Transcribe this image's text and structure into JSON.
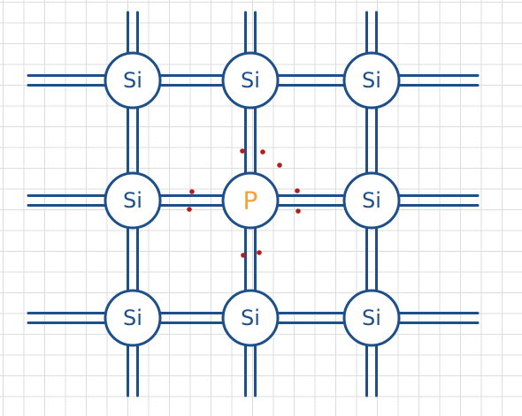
{
  "atoms": [
    {
      "row": 0,
      "col": 0,
      "label": "Si",
      "kind": "silicon"
    },
    {
      "row": 0,
      "col": 1,
      "label": "Si",
      "kind": "silicon"
    },
    {
      "row": 0,
      "col": 2,
      "label": "Si",
      "kind": "silicon"
    },
    {
      "row": 1,
      "col": 0,
      "label": "Si",
      "kind": "silicon"
    },
    {
      "row": 1,
      "col": 1,
      "label": "P",
      "kind": "dopant"
    },
    {
      "row": 1,
      "col": 2,
      "label": "Si",
      "kind": "silicon"
    },
    {
      "row": 2,
      "col": 0,
      "label": "Si",
      "kind": "silicon"
    },
    {
      "row": 2,
      "col": 1,
      "label": "Si",
      "kind": "silicon"
    },
    {
      "row": 2,
      "col": 2,
      "label": "Si",
      "kind": "silicon"
    }
  ],
  "colors": {
    "bond": "#1d4f8a",
    "silicon_label": "#1d4f8a",
    "dopant_label": "#f2a33a",
    "electron": "#b51c1c",
    "grid": "#dcdcdc"
  },
  "electron_count": 9
}
